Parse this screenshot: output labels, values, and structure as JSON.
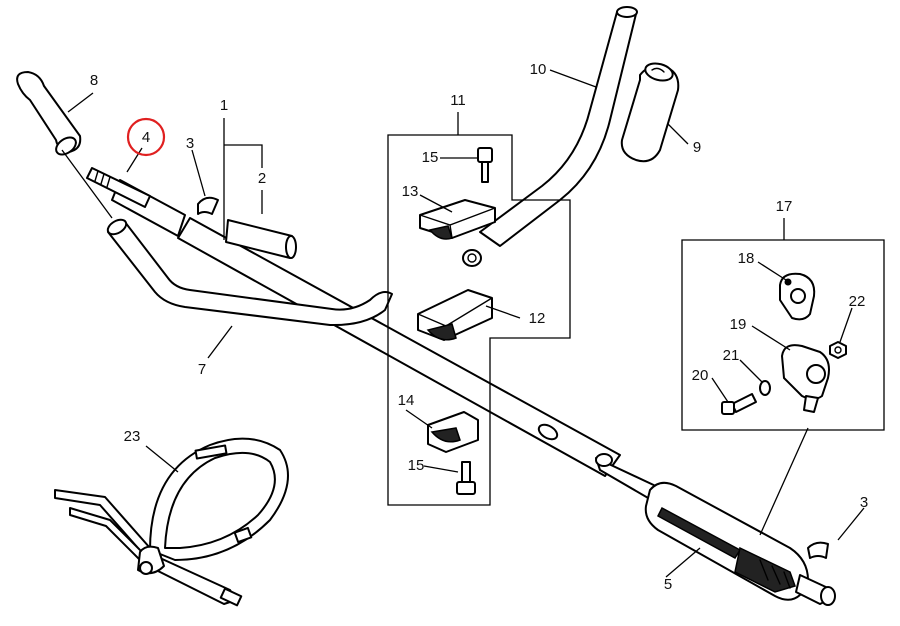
{
  "labels": {
    "l1": "1",
    "l2": "2",
    "l3a": "3",
    "l3b": "3",
    "l4": "4",
    "l5": "5",
    "l7": "7",
    "l8": "8",
    "l9": "9",
    "l10": "10",
    "l11": "11",
    "l12": "12",
    "l13": "13",
    "l14": "14",
    "l15a": "15",
    "l15b": "15",
    "l17": "17",
    "l18": "18",
    "l19": "19",
    "l20": "20",
    "l21": "21",
    "l22": "22",
    "l23": "23"
  },
  "highlighted_part": "4",
  "colors": {
    "highlight": "#e02020",
    "line": "#000000",
    "background": "#ffffff"
  }
}
